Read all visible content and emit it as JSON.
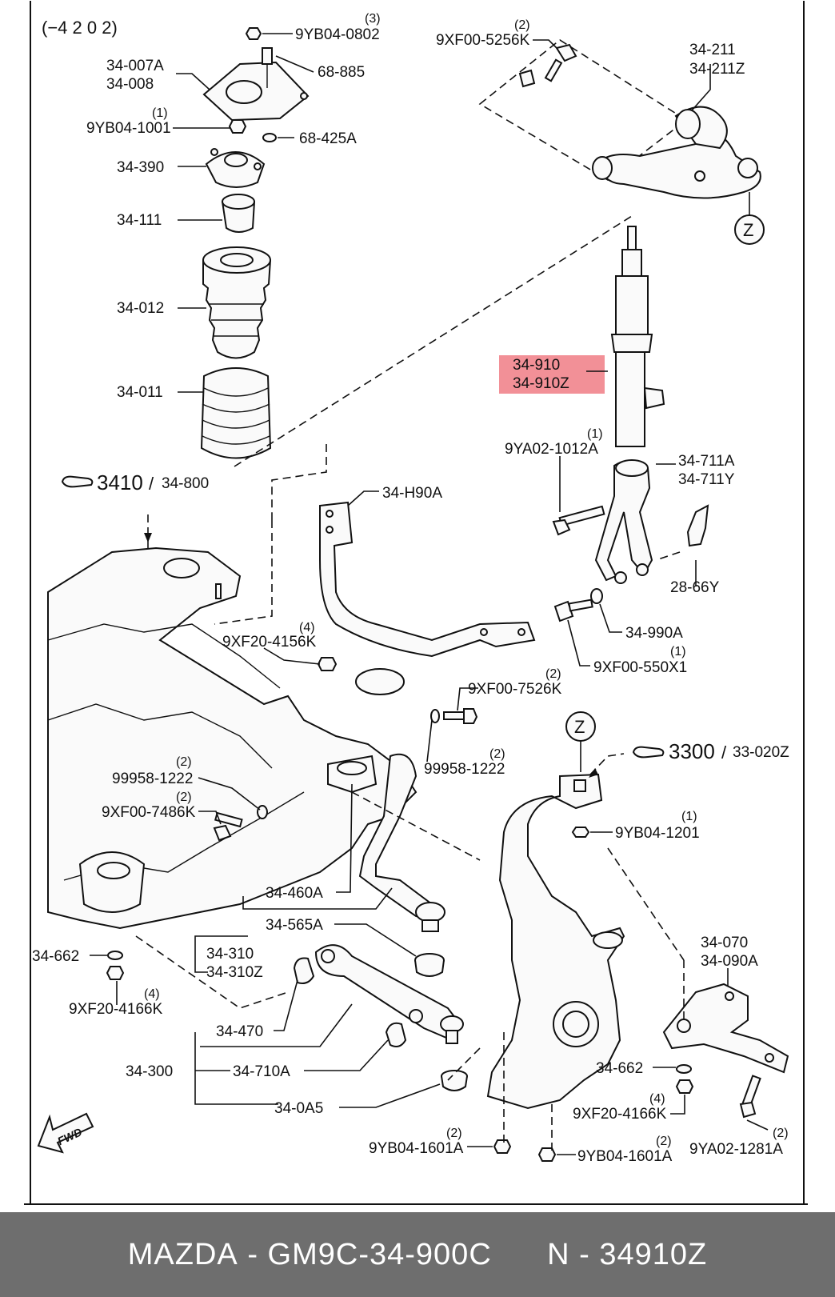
{
  "group_code": "(−4 2 0 2)",
  "highlighted_part": "34-910Z",
  "ref_blocks": [
    {
      "num": "3410",
      "ref": "34-800"
    },
    {
      "num": "3300",
      "ref": "33-020Z"
    }
  ],
  "callout_letter": "Z",
  "fwd_label": "FWD",
  "labels": {
    "l_34_007A": "34-007A",
    "l_34_008": "34-008",
    "l_9YB04_0802": "9YB04-0802",
    "q_9YB04_0802": "(3)",
    "l_68_885": "68-885",
    "l_9YB04_1001": "9YB04-1001",
    "q_9YB04_1001": "(1)",
    "l_68_425A": "68-425A",
    "l_34_390": "34-390",
    "l_34_111": "34-111",
    "l_34_012": "34-012",
    "l_34_011": "34-011",
    "l_9XF00_5256K": "9XF00-5256K",
    "q_9XF00_5256K": "(2)",
    "l_34_211": "34-211",
    "l_34_211Z": "34-211Z",
    "l_34_910": "34-910",
    "l_34_910Z": "34-910Z",
    "l_9YA02_1012A": "9YA02-1012A",
    "q_9YA02_1012A": "(1)",
    "l_34_711A": "34-711A",
    "l_34_711Y": "34-711Y",
    "l_34_H90A": "34-H90A",
    "l_28_66Y": "28-66Y",
    "l_34_990A": "34-990A",
    "l_9XF00_550X1": "9XF00-550X1",
    "q_9XF00_550X1": "(1)",
    "l_9XF20_4156K": "9XF20-4156K",
    "q_9XF20_4156K": "(4)",
    "l_9XF00_7526K": "9XF00-7526K",
    "q_9XF00_7526K": "(2)",
    "l_99958_1222a": "99958-1222",
    "q_99958_1222a": "(2)",
    "l_99958_1222b": "99958-1222",
    "q_99958_1222b": "(2)",
    "l_9XF00_7486K": "9XF00-7486K",
    "q_9XF00_7486K": "(2)",
    "l_9YB04_1201": "9YB04-1201",
    "q_9YB04_1201": "(1)",
    "l_34_460A": "34-460A",
    "l_34_565A": "34-565A",
    "l_34_310": "34-310",
    "l_34_310Z": "34-310Z",
    "l_34_662a": "34-662",
    "l_9XF20_4166Ka": "9XF20-4166K",
    "q_9XF20_4166Ka": "(4)",
    "l_34_070": "34-070",
    "l_34_090A": "34-090A",
    "l_34_470": "34-470",
    "l_34_300": "34-300",
    "l_34_710A": "34-710A",
    "l_34_0A5": "34-0A5",
    "l_34_662b": "34-662",
    "l_9XF20_4166Kb": "9XF20-4166K",
    "q_9XF20_4166Kb": "(4)",
    "l_9YB04_1601Aa": "9YB04-1601A",
    "q_9YB04_1601Aa": "(2)",
    "l_9YB04_1601Ab": "9YB04-1601A",
    "q_9YB04_1601Ab": "(2)",
    "l_9YA02_1281A": "9YA02-1281A",
    "q_9YA02_1281A": "(2)"
  },
  "footer": {
    "brand": "MAZDA",
    "part_number": "GM9C-34-900C",
    "note": "N - 34910Z"
  }
}
